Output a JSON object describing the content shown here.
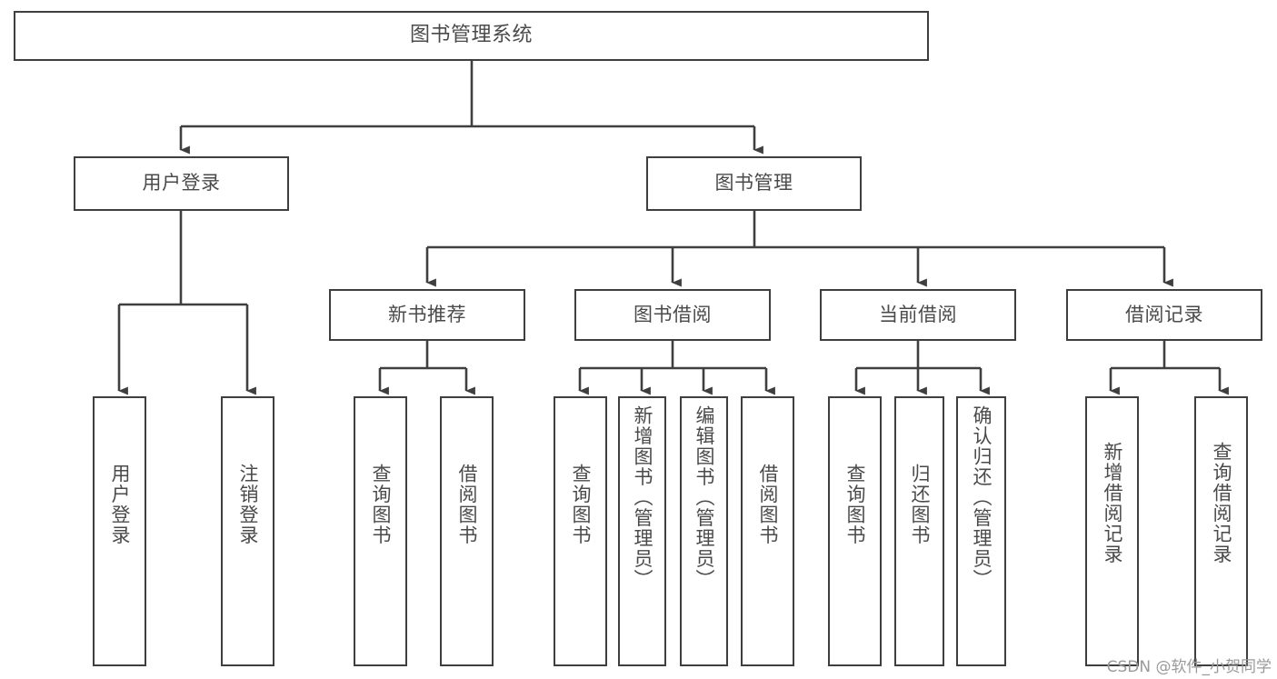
{
  "diagram": {
    "title": "图书管理系统",
    "watermark": "CSDN @软件_小贺同学",
    "colors": {
      "stroke": "#3f3f3f",
      "text": "#4a4a4a",
      "background": "#ffffff",
      "watermark": "#9a9a9a"
    },
    "root": {
      "label": "图书管理系统"
    },
    "level1": [
      {
        "label": "用户登录"
      },
      {
        "label": "图书管理"
      }
    ],
    "level2": [
      {
        "label": "新书推荐"
      },
      {
        "label": "图书借阅"
      },
      {
        "label": "当前借阅"
      },
      {
        "label": "借阅记录"
      }
    ],
    "leaves": [
      {
        "label": "用户登录"
      },
      {
        "label": "注销登录"
      },
      {
        "label": "查询图书"
      },
      {
        "label": "借阅图书"
      },
      {
        "label": "查询图书"
      },
      {
        "label": "新增图书（管理员）"
      },
      {
        "label": "编辑图书（管理员）"
      },
      {
        "label": "借阅图书"
      },
      {
        "label": "查询图书"
      },
      {
        "label": "归还图书"
      },
      {
        "label": "确认归还（管理员）"
      },
      {
        "label": "新增借阅记录"
      },
      {
        "label": "查询借阅记录"
      }
    ]
  }
}
